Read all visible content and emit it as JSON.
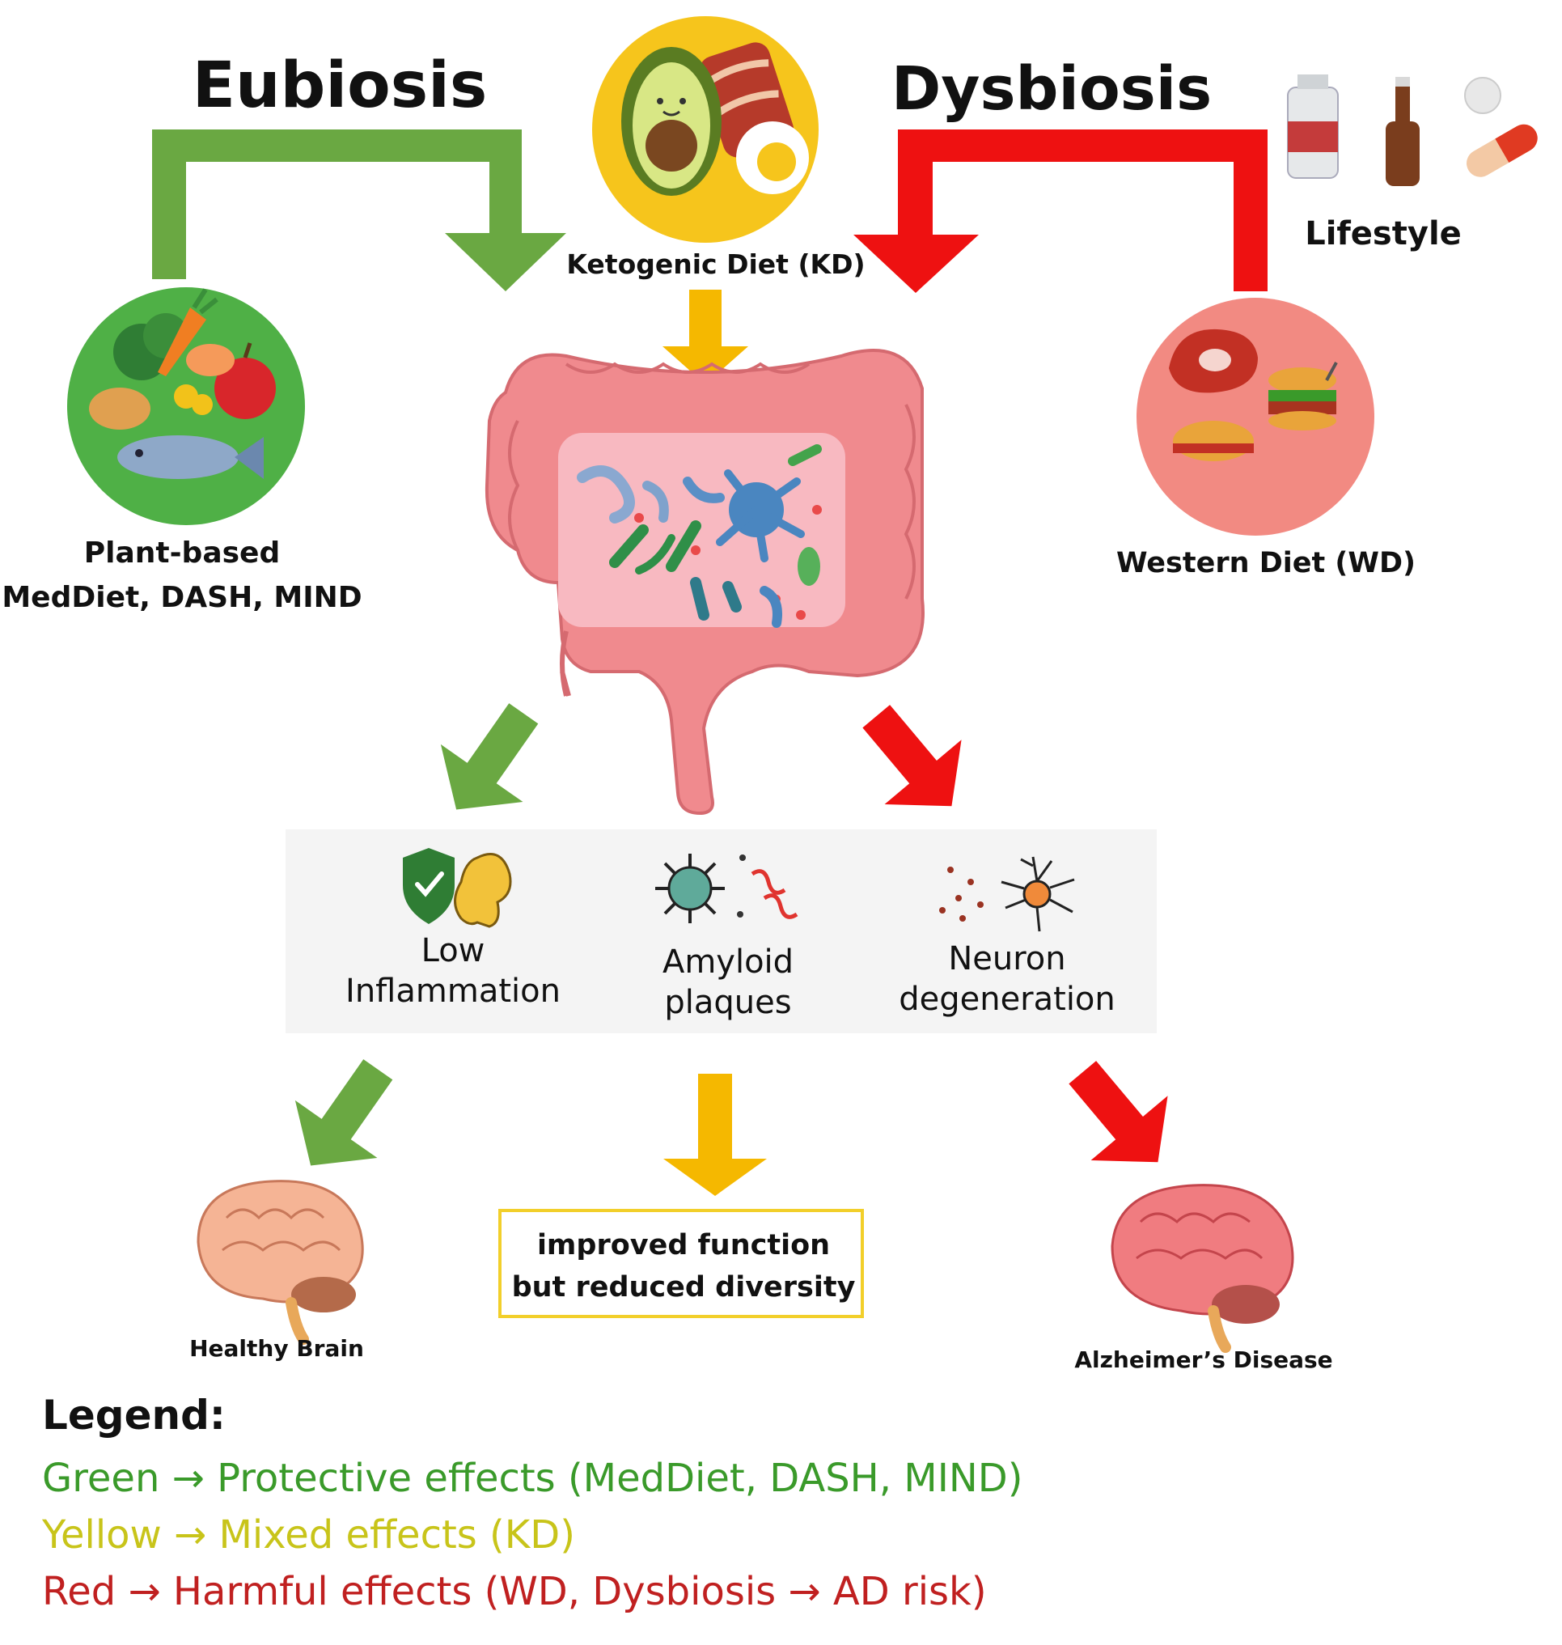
{
  "headers": {
    "eubiosis": "Eubiosis",
    "dysbiosis": "Dysbiosis",
    "lifestyle": "Lifestyle"
  },
  "diets": {
    "ketogenic": "Ketogenic Diet (KD)",
    "plant_line1": "Plant-based",
    "plant_line2": "MedDiet, DASH, MIND",
    "western": "Western Diet (WD)"
  },
  "effects": {
    "low_inflammation_line1": "Low",
    "low_inflammation_line2": "Inflammation",
    "amyloid_line1": "Amyloid",
    "amyloid_line2": "plaques",
    "neuron_line1": "Neuron",
    "neuron_line2": "degeneration"
  },
  "outcomes": {
    "healthy": "Healthy Brain",
    "kd_line1": "improved function",
    "kd_line2": "but reduced diversity",
    "ad": "Alzheimer’s Disease"
  },
  "legend": {
    "title": "Legend:",
    "green": "Green → Protective effects (MedDiet, DASH, MIND)",
    "yellow": "Yellow → Mixed effects (KD)",
    "red": "Red → Harmful effects (WD, Dysbiosis → AD risk)"
  },
  "colors": {
    "green": "#6aa842",
    "yellow": "#f5b800",
    "red": "#ee1111",
    "legend_green": "#3a9a2a",
    "legend_yellow": "#c8c41a",
    "legend_red": "#c02020",
    "gut": "#f08a8e",
    "panel": "#f4f4f4"
  }
}
